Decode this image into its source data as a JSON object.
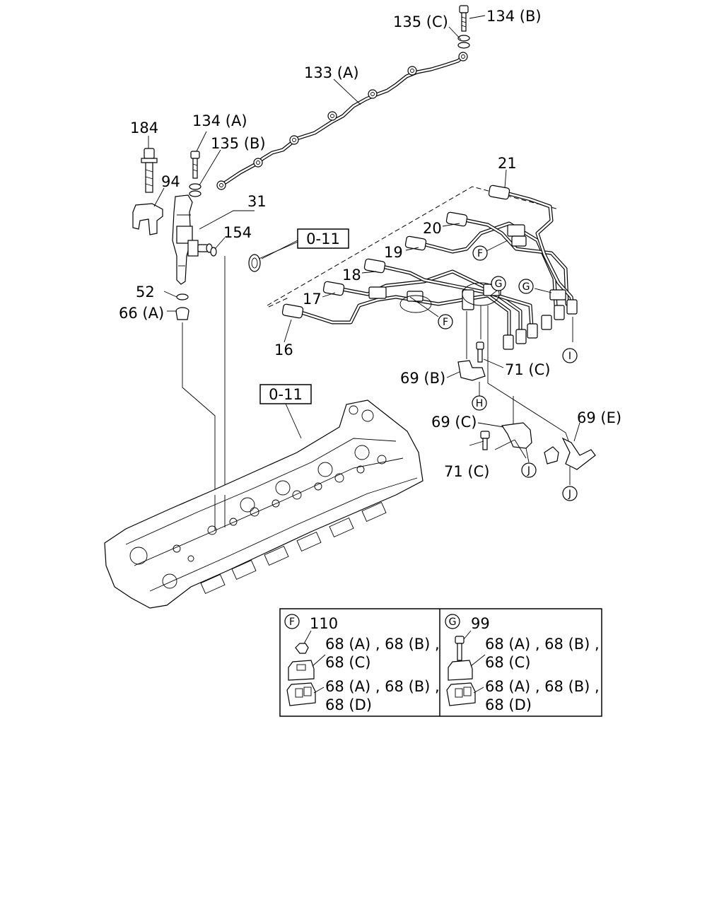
{
  "callouts": {
    "c135c": "135 (C)",
    "c134b": "134 (B)",
    "c133a": "133 (A)",
    "c184": "184",
    "c134a": "134 (A)",
    "c135b": "135 (B)",
    "c94": "94",
    "c31": "31",
    "c154": "154",
    "c52": "52",
    "c66a": "66 (A)",
    "c21": "21",
    "c20": "20",
    "c19": "19",
    "c18": "18",
    "c17": "17",
    "c16": "16",
    "c69b": "69 (B)",
    "c71c_top": "71 (C)",
    "c69c": "69 (C)",
    "c71c_bot": "71 (C)",
    "c69e": "69 (E)"
  },
  "refs": {
    "top": "0-11",
    "cylinder_head": "0-11"
  },
  "markers": {
    "f1": "F",
    "f2": "F",
    "g1": "G",
    "g2": "G",
    "h": "H",
    "i": "I",
    "j1": "J",
    "j2": "J"
  },
  "detail_f": {
    "marker": "F",
    "part": "110",
    "line1": "68 (A) , 68 (B) ,",
    "line2": "68 (C)",
    "line3": "68 (A) , 68 (B) ,",
    "line4": "68 (D)"
  },
  "detail_g": {
    "marker": "G",
    "part": "99",
    "line1": "68 (A) , 68 (B) ,",
    "line2": "68 (C)",
    "line3": "68 (A) , 68 (B) ,",
    "line4": "68 (D)"
  }
}
